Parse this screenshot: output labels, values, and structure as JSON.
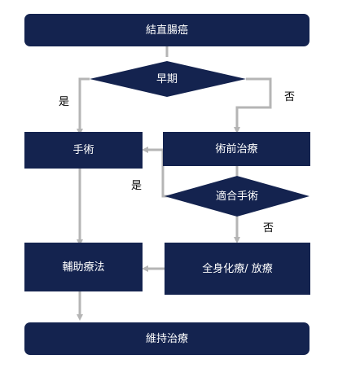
{
  "colors": {
    "node_fill": "#14234f",
    "node_text": "#ffffff",
    "connector": "#b5b5b5",
    "label_text": "#000000"
  },
  "nodes": {
    "top": "結直腸癌",
    "decision_early": "早期",
    "surgery": "手術",
    "preop": "術前治療",
    "decision_surgery_ok": "適合手術",
    "adjuvant": "輔助療法",
    "systemic": "全身化療/ 放療",
    "maintenance": "維持治療"
  },
  "edge_labels": {
    "yes_1": "是",
    "no_1": "否",
    "yes_2": "是",
    "no_2": "否"
  }
}
